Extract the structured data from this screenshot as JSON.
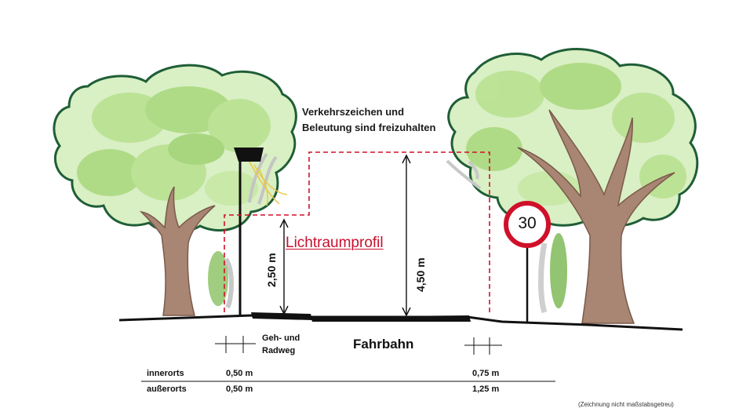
{
  "notice": {
    "line1": "Verkehrszeichen und",
    "line2": "Beleutung sind freizuhalten"
  },
  "profile_label": "Lichtraumprofil",
  "dimensions": {
    "low_height": "2,50 m",
    "high_height": "4,50 m"
  },
  "sign": {
    "speed_limit": "30",
    "border_color": "#d0102a"
  },
  "labels": {
    "sidewalk_line1": "Geh- und",
    "sidewalk_line2": "Radweg",
    "roadway": "Fahrbahn"
  },
  "table": {
    "rows": [
      {
        "label": "innerorts",
        "left_value": "0,50 m",
        "right_value": "0,75 m"
      },
      {
        "label": "außerorts",
        "left_value": "0,50 m",
        "right_value": "1,25 m"
      }
    ]
  },
  "footnote": "(Zeichnung nicht maßstabsgetreu)",
  "colors": {
    "profile_dash": "#d0102a",
    "tree_outline": "#1f5e37",
    "foliage": "#b7e08f",
    "trunk": "#a98574",
    "ground": "#111111"
  }
}
